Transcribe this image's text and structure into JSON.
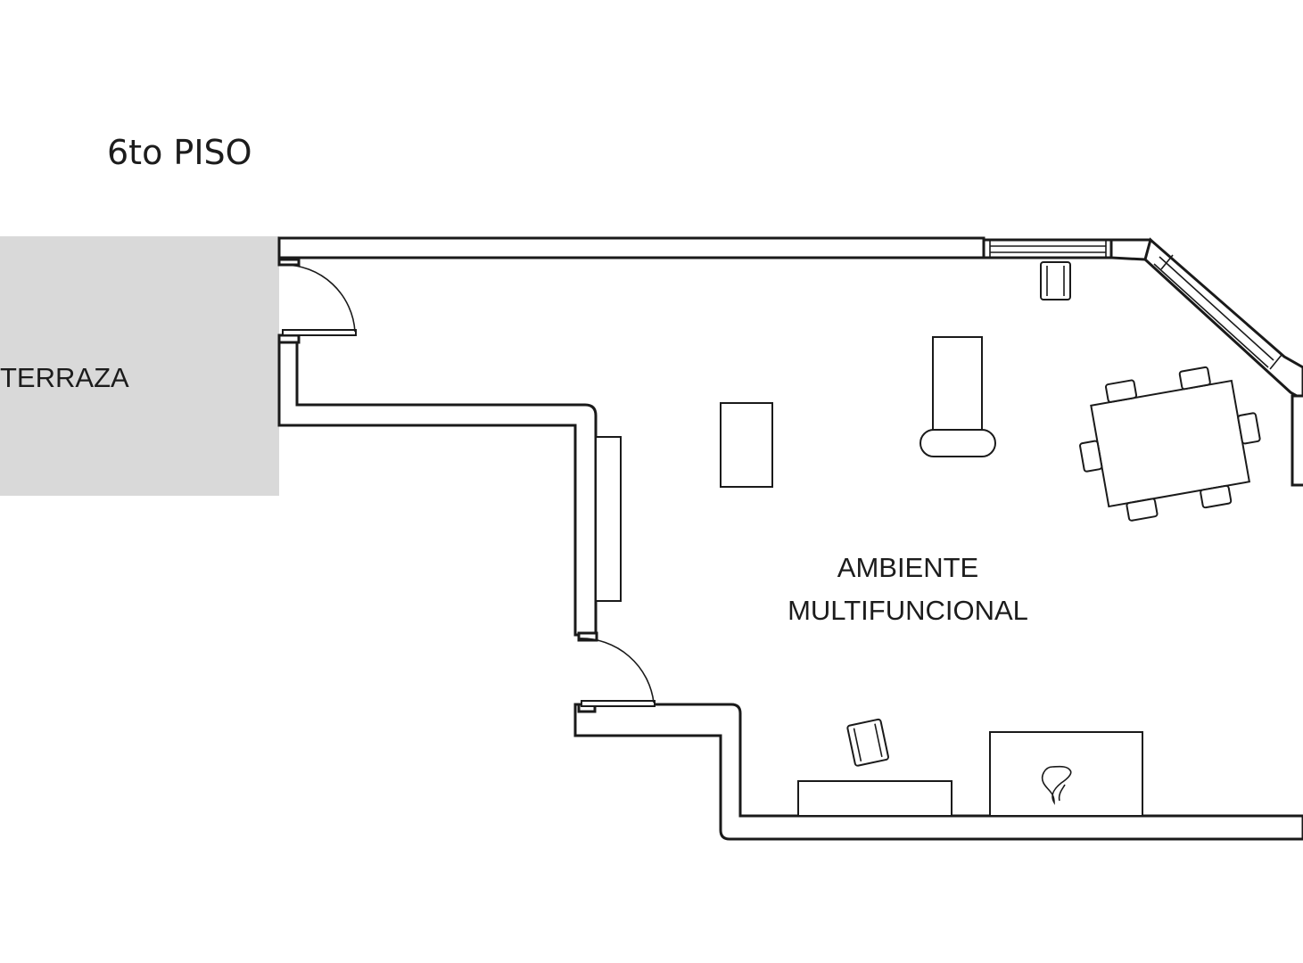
{
  "plan": {
    "floor_title": "6to PISO",
    "rooms": {
      "terrace": {
        "label": "TERRAZA",
        "fill_color": "#d9d9d9"
      },
      "main": {
        "label_line1": "AMBIENTE",
        "label_line2": "MULTIFUNCIONAL"
      }
    },
    "colors": {
      "wall_stroke": "#1a1a1a",
      "background": "#ffffff"
    }
  }
}
